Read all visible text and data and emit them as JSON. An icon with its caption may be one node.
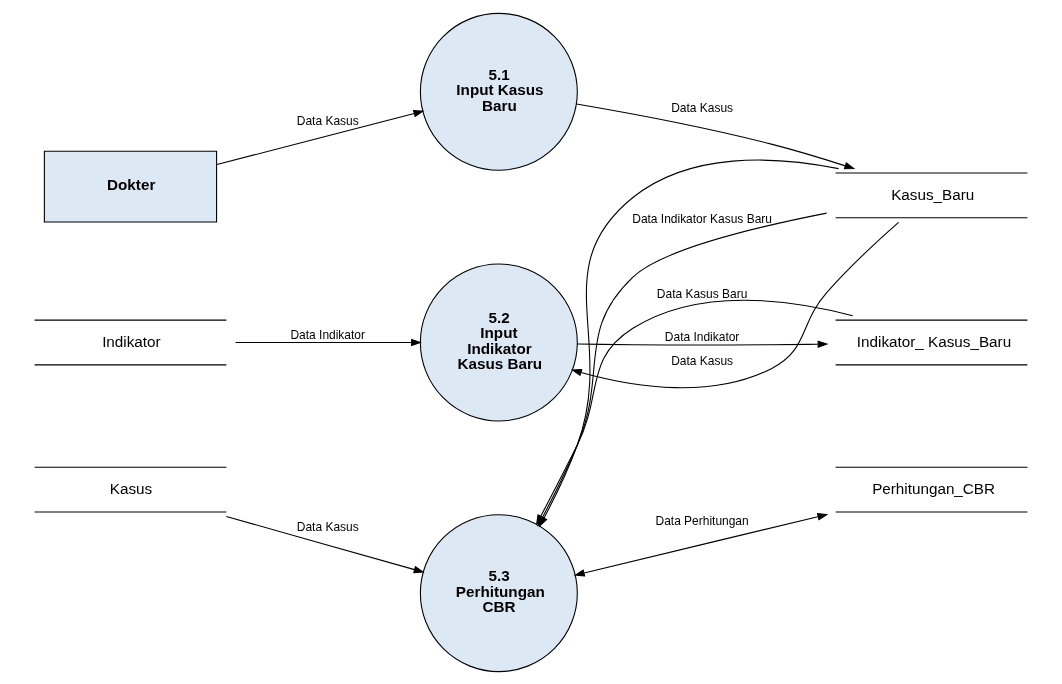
{
  "diagram": {
    "nodes": [
      {
        "text": [
          "Dokter"
        ]
      },
      {
        "text": [
          "5.1",
          "Input Kasus Baru"
        ]
      },
      {
        "text": [
          "Kasus_Baru"
        ]
      },
      {
        "text": [
          "Indikator"
        ]
      },
      {
        "text": [
          "5.2",
          "Input Indikator Kasus Baru"
        ]
      },
      {
        "text": [
          "Indikator_ Kasus_Baru"
        ]
      },
      {
        "text": [
          "Kasus"
        ]
      },
      {
        "text": [
          "5.3",
          "Perhitungan CBR"
        ]
      },
      {
        "text": [
          "Perhitungan_CBR"
        ]
      }
    ],
    "edges": [
      {
        "from": 0,
        "to": 1,
        "arrow": "to",
        "label": "Data Kasus"
      },
      {
        "from": 1,
        "to": 2,
        "arrow": "to",
        "label": "Data Kasus"
      },
      {
        "from": 2,
        "to": 4,
        "arrow": "to",
        "label": "Data Kasus"
      },
      {
        "from": 3,
        "to": 4,
        "arrow": "to",
        "label": "Data Indikator"
      },
      {
        "from": 4,
        "to": 5,
        "arrow": "to",
        "label": "Data Indikator"
      },
      {
        "from": 5,
        "to": 7,
        "arrow": "to",
        "label": "Data Kasus Baru"
      },
      {
        "from": 2,
        "to": 7,
        "arrow": "to"
      },
      {
        "from": 2,
        "to": 7,
        "arrow": "to",
        "label": "Data Indikator Kasus Baru"
      },
      {
        "from": 6,
        "to": 7,
        "arrow": "to",
        "label": "Data Kasus"
      },
      {
        "from": 7,
        "to": 8,
        "arrow": "both",
        "label": "Data Perhitungan"
      }
    ]
  }
}
